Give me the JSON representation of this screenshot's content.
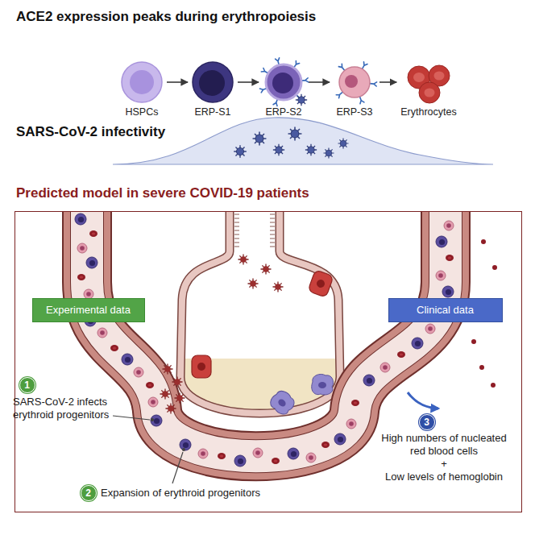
{
  "diagram": {
    "title": "ACE2 expression peaks during erythropoiesis",
    "nodes": [
      {
        "text": [
          "HSPCs"
        ]
      },
      {
        "text": [
          "ERP-S1"
        ]
      },
      {
        "text": [
          "ERP-S2"
        ]
      },
      {
        "text": [
          "ERP-S3"
        ]
      },
      {
        "text": [
          "Erythrocytes"
        ]
      },
      {
        "text": [
          "Predicted model in severe COVID-19 patients"
        ]
      },
      {
        "text": [
          "Experimental data"
        ],
        "in": 5
      },
      {
        "text": [
          "Clinical data"
        ],
        "in": 5
      },
      {
        "text": [
          "1"
        ],
        "in": 5
      },
      {
        "text": [
          "2"
        ],
        "in": 5
      },
      {
        "text": [
          "3"
        ],
        "in": 5
      }
    ],
    "edges": [
      {
        "from": 0,
        "to": 1,
        "arrow": "to"
      },
      {
        "from": 1,
        "to": 2,
        "arrow": "to"
      },
      {
        "from": 2,
        "to": 3,
        "arrow": "to"
      },
      {
        "from": 3,
        "to": 4,
        "arrow": "to"
      }
    ],
    "labels": [
      "SARS-CoV-2 infectivity",
      "SARS-CoV-2 infects erythroid progenitors",
      "Expansion of erythroid progenitors",
      "High numbers of nucleated red blood cells",
      "+",
      "Low levels of hemoglobin"
    ]
  }
}
